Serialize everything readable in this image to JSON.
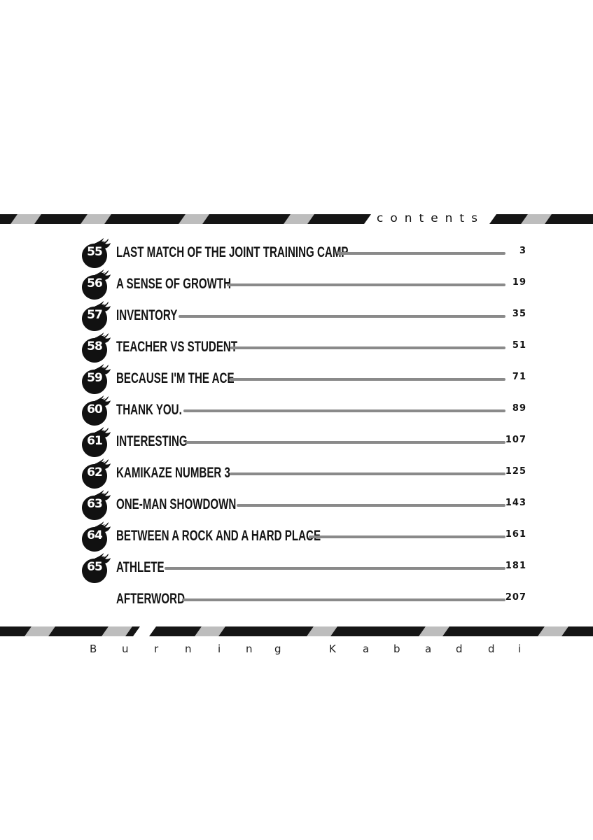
{
  "header": {
    "label": "contents"
  },
  "footer": {
    "letters": [
      "B",
      "u",
      "r",
      "n",
      "i",
      "n",
      "g",
      "K",
      "a",
      "b",
      "a",
      "d",
      "d",
      "i"
    ]
  },
  "entries": [
    {
      "number": "55",
      "title": "LAST MATCH OF THE JOINT TRAINING CAMP",
      "page": "3"
    },
    {
      "number": "56",
      "title": "A SENSE OF GROWTH",
      "page": "19"
    },
    {
      "number": "57",
      "title": "INVENTORY",
      "page": "35"
    },
    {
      "number": "58",
      "title": "TEACHER VS STUDENT",
      "page": "51"
    },
    {
      "number": "59",
      "title": "BECAUSE I'M THE ACE",
      "page": "71"
    },
    {
      "number": "60",
      "title": "THANK YOU.",
      "page": "89"
    },
    {
      "number": "61",
      "title": "INTERESTING",
      "page": "107"
    },
    {
      "number": "62",
      "title": "KAMIKAZE NUMBER 3",
      "page": "125"
    },
    {
      "number": "63",
      "title": "ONE-MAN SHOWDOWN",
      "page": "143"
    },
    {
      "number": "64",
      "title": "BETWEEN A ROCK AND A HARD PLACE",
      "page": "161"
    },
    {
      "number": "65",
      "title": "ATHLETE",
      "page": "181"
    },
    {
      "number": "",
      "title": "AFTERWORD",
      "page": "207"
    }
  ]
}
